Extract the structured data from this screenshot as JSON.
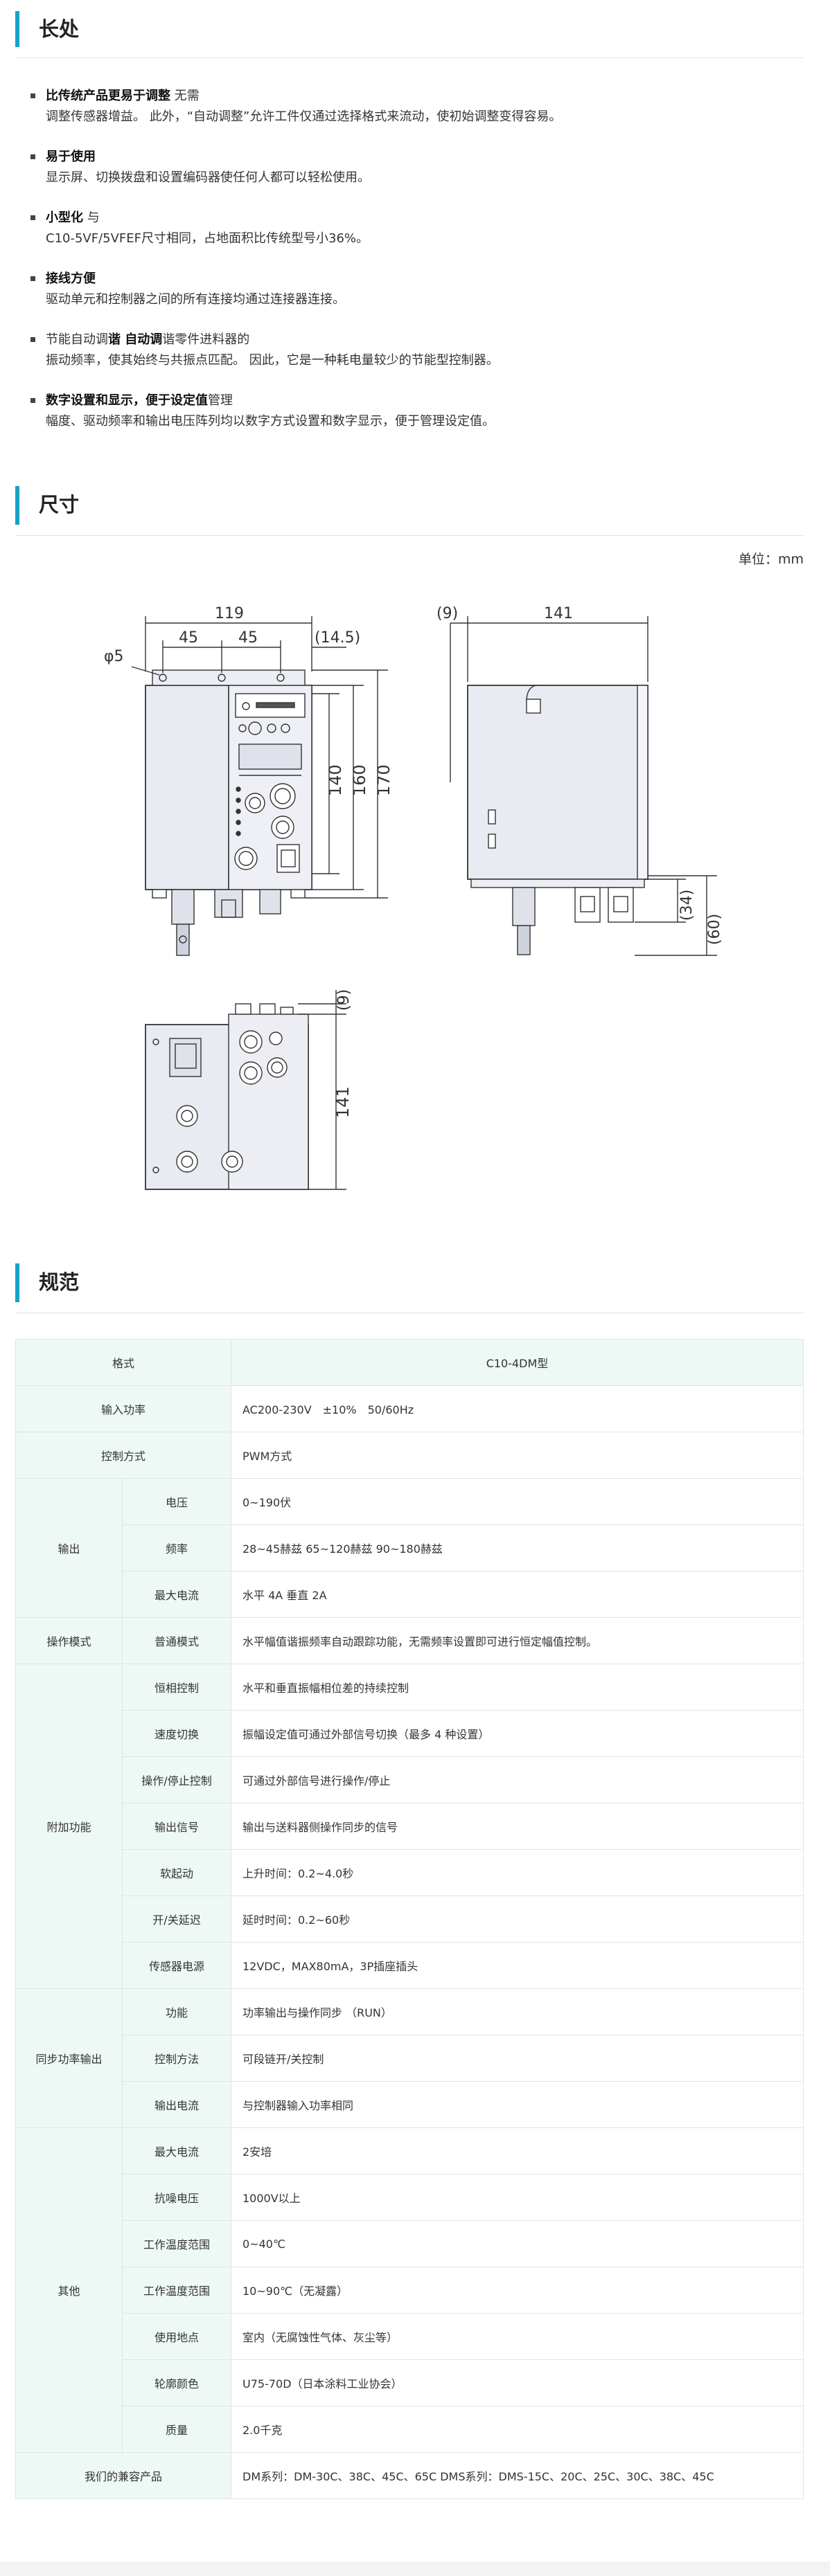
{
  "sections": {
    "advantages": "长处",
    "dimensions": "尺寸",
    "specs": "规范"
  },
  "features": [
    {
      "bold": "比传统产品更易于调整",
      "rest": " 无需",
      "line2": "调整传感器增益。 此外，“自动调整”允许工件仅通过选择格式来流动，使初始调整变得容易。"
    },
    {
      "bold": "易于使用",
      "rest": "",
      "line2": "显示屏、切换拨盘和设置编码器使任何人都可以轻松使用。"
    },
    {
      "bold": "小型化",
      "rest": " 与",
      "line2": "C10-5VF/5VFEF尺寸相同，占地面积比传统型号小36%。"
    },
    {
      "bold": "接线方便",
      "rest": "",
      "line2": "驱动单元和控制器之间的所有连接均通过连接器连接。"
    },
    {
      "pre": "节能自动调",
      "bold": "谐 自动调",
      "rest": "谐零件进料器的",
      "line2": "振动频率，使其始终与共振点匹配。 因此，它是一种耗电量较少的节能型控制器。"
    },
    {
      "bold": "数字设置和显示，便于设定值",
      "rest": "管理",
      "line2": "幅度、驱动频率和输出电压阵列均以数字方式设置和数字显示，便于管理设定值。"
    }
  ],
  "unit_label": "单位：mm",
  "dimension_labels": {
    "w119": "119",
    "w45a": "45",
    "w45b": "45",
    "w145": "(14.5)",
    "phi5": "φ5",
    "h140": "140",
    "h160": "160",
    "h170": "170",
    "s9": "(9)",
    "s141": "141",
    "s34": "(34)",
    "s60": "(60)",
    "b9": "(9)",
    "b141": "141"
  },
  "spec_table": {
    "header": {
      "label": "格式",
      "model": "C10-4DM型"
    },
    "input_power": {
      "label": "输入功率",
      "value": "AC200-230V　±10%　50/60Hz"
    },
    "control": {
      "label": "控制方式",
      "value": "PWM方式"
    },
    "output": {
      "label": "输出",
      "voltage": {
        "label": "电压",
        "value": "0~190伏"
      },
      "frequency": {
        "label": "频率",
        "value": "28~45赫兹 65~120赫兹 90~180赫兹"
      },
      "current": {
        "label": "最大电流",
        "value": "水平 4A 垂直 2A"
      }
    },
    "mode": {
      "label": "操作模式",
      "sub": "普通模式",
      "value": "水平幅值谐振频率自动跟踪功能，无需频率设置即可进行恒定幅值控制。"
    },
    "extra": {
      "label": "附加功能",
      "rows": [
        {
          "label": "恒相控制",
          "value": "水平和垂直振幅相位差的持续控制"
        },
        {
          "label": "速度切换",
          "value": "振幅设定值可通过外部信号切换（最多 4 种设置）"
        },
        {
          "label": "操作/停止控制",
          "value": "可通过外部信号进行操作/停止"
        },
        {
          "label": "输出信号",
          "value": "输出与送料器侧操作同步的信号"
        },
        {
          "label": "软起动",
          "value": "上升时间：0.2~4.0秒"
        },
        {
          "label": "开/关延迟",
          "value": "延时时间：0.2~60秒"
        },
        {
          "label": "传感器电源",
          "value": "12VDC，MAX80mA，3P插座插头"
        }
      ]
    },
    "sync": {
      "label": "同步功率输出",
      "rows": [
        {
          "label": "功能",
          "value": "功率输出与操作同步 （RUN）"
        },
        {
          "label": "控制方法",
          "value": "可段链开/关控制"
        },
        {
          "label": "输出电流",
          "value": "与控制器输入功率相同"
        }
      ]
    },
    "other": {
      "label": "其他",
      "rows": [
        {
          "label": "最大电流",
          "value": "2安培"
        },
        {
          "label": "抗噪电压",
          "value": "1000V以上"
        },
        {
          "label": "工作温度范围",
          "value": "0~40℃"
        },
        {
          "label": "工作温度范围",
          "value": "10~90℃（无凝露）"
        },
        {
          "label": "使用地点",
          "value": "室内（无腐蚀性气体、灰尘等）"
        },
        {
          "label": "轮廓颜色",
          "value": "U75-70D（日本涂料工业协会）"
        },
        {
          "label": "质量",
          "value": "2.0千克"
        }
      ]
    },
    "compatible": {
      "label": "我们的兼容产品",
      "value": "DM系列：DM-30C、38C、45C、65C DMS系列：DMS-15C、20C、25C、30C、38C、45C"
    }
  }
}
